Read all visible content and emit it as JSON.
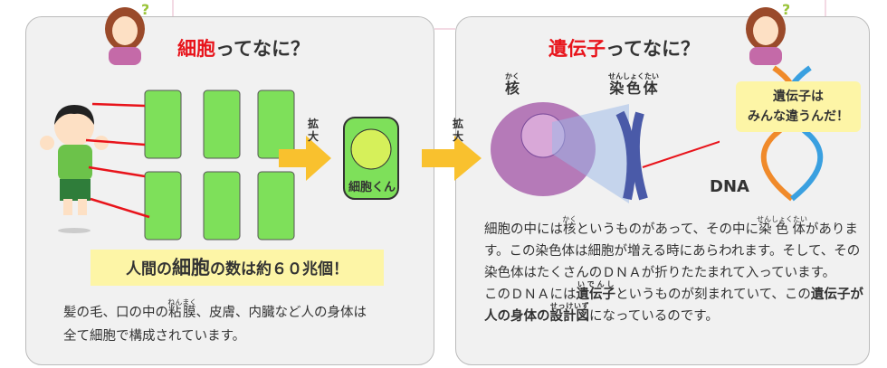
{
  "left": {
    "title_red": "細胞",
    "title_rest": "ってなに？",
    "zoom_label": "拡大",
    "cell_character": "細胞くん",
    "banner": {
      "pre": "人間の",
      "bold": "細胞",
      "post": "の数は約６０兆個！"
    },
    "text": {
      "p1": "髪の毛、口の中の",
      "ruby_word": "粘膜",
      "ruby_reading": "ねんまく",
      "p2": "、皮膚、内臓など人の身体は",
      "p3": "全て細胞で構成されています。"
    }
  },
  "right": {
    "title_red": "遺伝子",
    "title_rest": "ってなに？",
    "zoom_label": "拡大",
    "nucleus_label": "核",
    "nucleus_reading": "かく",
    "chromosome_label": "染色体",
    "chromosome_reading": "せんしょくたい",
    "dna_label": "DNA",
    "bubble": {
      "line1": "遺伝子は",
      "line2": "みんな違うんだ！"
    },
    "text": {
      "a1": "細胞の中には",
      "a_kaku": "核",
      "a_kaku_r": "かく",
      "a2": "というものがあって、その中に",
      "a_sen": "染色体",
      "a_sen_r": "せんしょくたい",
      "a3": "があります。この染色体は細胞が増える時にあらわれます。そして、その染色体はたくさんのＤＮＡが折りたたまれて入っています。",
      "b1": "このＤＮＡには",
      "b_iden": "遺伝子",
      "b_iden_r": "いでんし",
      "b2": "というものが刻まれていて、この",
      "b3": "遺伝子が人の身体の",
      "b_sekkei": "設計図",
      "b_sekkei_r": "せっけいず",
      "b4": "になっているのです。"
    }
  },
  "colors": {
    "accent_red": "#e8141b",
    "banner_yellow": "#fdf5a6",
    "cell_green": "#7ee05a",
    "arrow_yellow": "#f9c12e"
  }
}
